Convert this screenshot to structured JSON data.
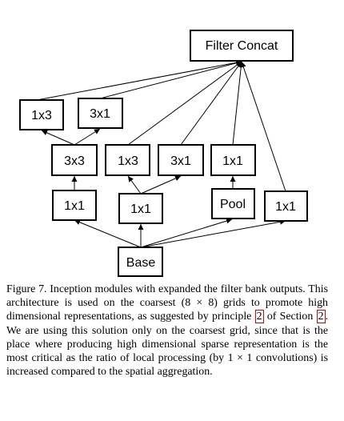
{
  "diagram": {
    "nodes": [
      {
        "id": "filter-concat",
        "label": "Filter Concat"
      },
      {
        "id": "l4-1x3",
        "label": "1x3"
      },
      {
        "id": "l4-3x1",
        "label": "3x1"
      },
      {
        "id": "l3-3x3",
        "label": "3x3"
      },
      {
        "id": "l3-1x3",
        "label": "1x3"
      },
      {
        "id": "l3-3x1",
        "label": "3x1"
      },
      {
        "id": "l3-1x1",
        "label": "1x1"
      },
      {
        "id": "l2-1x1-a",
        "label": "1x1"
      },
      {
        "id": "l2-1x1-b",
        "label": "1x1"
      },
      {
        "id": "l2-pool",
        "label": "Pool"
      },
      {
        "id": "l2-1x1-c",
        "label": "1x1"
      },
      {
        "id": "base",
        "label": "Base"
      }
    ]
  },
  "caption": {
    "part1": "Figure 7. Inception modules with expanded the filter bank outputs. This architecture is used on the coarsest (8 × 8) grids to promote high dimensional representations, as suggested by principle ",
    "ref1": "2",
    "part2": " of Section ",
    "ref2": "2",
    "part3": ". We are using this solution only on the coarsest grid, since that is the place where producing high dimensional sparse representation is the most critical as the ratio of local processing (by 1 × 1 convolutions) is increased compared to the spatial aggregation."
  }
}
